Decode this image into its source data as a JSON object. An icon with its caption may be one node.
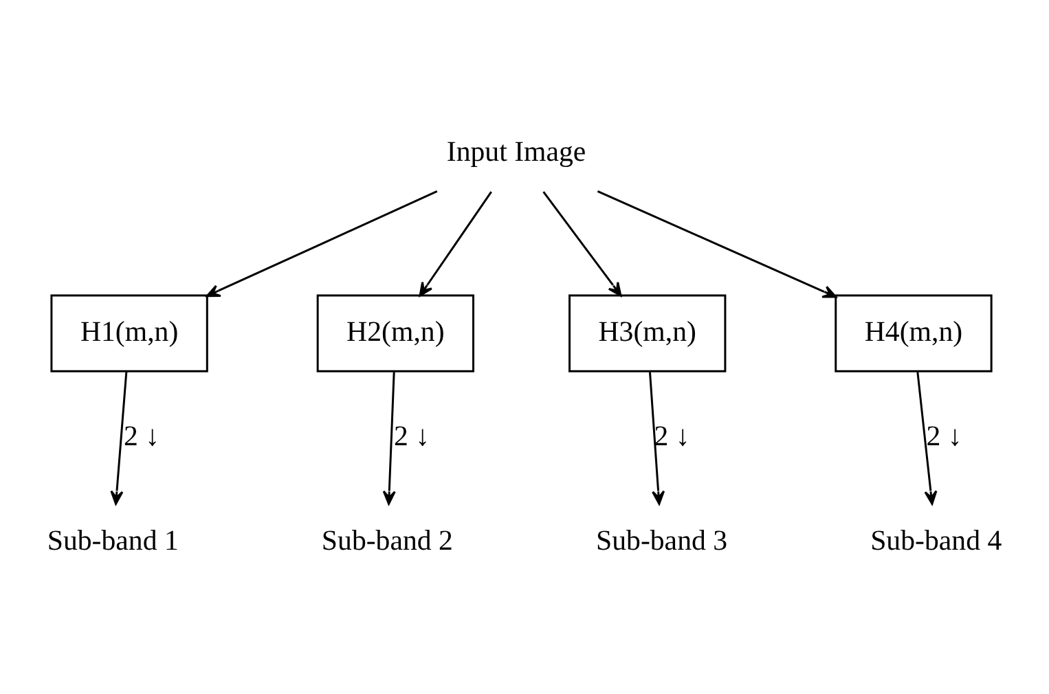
{
  "diagram": {
    "nodes": [
      {
        "text": [
          "Input Image"
        ]
      },
      {
        "text": [
          "H1(m,n)"
        ]
      },
      {
        "text": [
          "H2(m,n)"
        ]
      },
      {
        "text": [
          "H3(m,n)"
        ]
      },
      {
        "text": [
          "H4(m,n)"
        ]
      },
      {
        "text": [
          "Sub-band 1"
        ]
      },
      {
        "text": [
          "Sub-band 2"
        ]
      },
      {
        "text": [
          "Sub-band 3"
        ]
      },
      {
        "text": [
          "Sub-band 4"
        ]
      }
    ],
    "edges": [
      {
        "from": 0,
        "to": 1,
        "arrow": "to"
      },
      {
        "from": 0,
        "to": 2,
        "arrow": "to"
      },
      {
        "from": 0,
        "to": 3,
        "arrow": "to"
      },
      {
        "from": 0,
        "to": 4,
        "arrow": "to"
      },
      {
        "from": 1,
        "to": 5,
        "arrow": "to",
        "label": "2 ↓"
      },
      {
        "from": 2,
        "to": 6,
        "arrow": "to",
        "label": "2 ↓"
      },
      {
        "from": 3,
        "to": 7,
        "arrow": "to",
        "label": "2 ↓"
      },
      {
        "from": 4,
        "to": 8,
        "arrow": "to",
        "label": "2 ↓"
      }
    ]
  }
}
